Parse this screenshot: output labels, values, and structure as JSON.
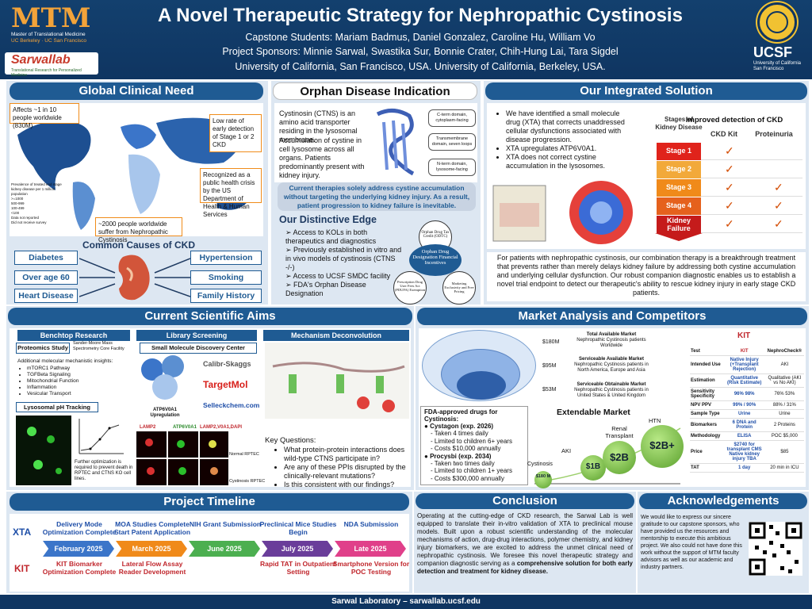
{
  "header": {
    "title": "A Novel Therapeutic Strategy for Nephropathic Cystinosis",
    "students": "Capstone Students: Mariam Badmus, Daniel Gonzalez, Caroline Hu, William Vo",
    "sponsors": "Project Sponsors: Minnie Sarwal, Swastika Sur, Bonnie Crater, Chih-Hung Lai, Tara Sigdel",
    "affiliation": "University of California, San Francisco, USA. University of California, Berkeley, USA.",
    "mtm_logo": "MTM",
    "mtm_sub1": "Master of Translational Medicine",
    "mtm_sub2": "UC Berkeley · UC San Francisco",
    "sarwal_logo": "Sarwallab",
    "sarwal_sub": "Translational Research for Personalized Medicine",
    "ucsf": "UCSF",
    "ucsf_sub": "University of California San Francisco"
  },
  "global": {
    "heading": "Global Clinical Need",
    "affects": "Affects ~1 in 10 people worldwide (830M)",
    "low_rate": "Low rate of early detection of Stage 1 or 2 CKD",
    "crisis": "Recognized as a public health crisis by the US Department of Health & Human Services",
    "cystinosis": "~2000 people worldwide suffer from Nephropathic Cystinosis",
    "legend_title": "Prevalence of treated end stage kidney disease per 1 million population",
    "legend": [
      ">=1000",
      "500-999",
      "100-499",
      "<100",
      "Data not reported",
      "Did not receive survey"
    ],
    "causes_heading": "Common Causes of CKD",
    "causes": [
      "Diabetes",
      "Over age 60",
      "Heart Disease",
      "Hypertension",
      "Smoking",
      "Family History"
    ]
  },
  "orphan": {
    "heading": "Orphan Disease Indication",
    "p1": "Cystinosin (CTNS) is an amino acid transporter residing in the lysosomal membrane.",
    "p2": "Accumulation of cystine in cell lysosome across all organs. Patients predominantly present with kidney injury.",
    "labels": [
      "C-term domain, cytoplasm-facing",
      "Transmembrane domain, seven loops",
      "N-term domain, lysosome-facing"
    ],
    "highlight": "Current therapies solely address cystine accumulation without targeting the underlying kidney injury. As a result, patient progression to kidney failure is inevitable.",
    "edge_heading": "Our Distinctive Edge",
    "edge": [
      "Access to KOLs in both therapeutics and diagnostics",
      "Previously established in vitro and in vivo models of cystinosis (CTNS -/-)",
      "Access to UCSF SMDC facility",
      "FDA's Orphan Disease Designation"
    ],
    "venn": {
      "center": "Orphan Drug Designation Financial Incentives",
      "top": "Orphan Drug Tax Credit (ODTC)",
      "left": "Prescription Drug User Fees Act (PDUFA) Exemption",
      "right": "Marketing Exclusivity and Free Pricing"
    }
  },
  "solution": {
    "heading": "Our Integrated Solution",
    "bullets": [
      "We have identified a small molecule drug (XTA) that corrects unaddressed cellular dysfunctions associated with disease progression.",
      "XTA upregulates ATP6V0A1.",
      "XTA does not correct cystine accumulation in the lysosomes."
    ],
    "table_title": "Improved detection of CKD",
    "stage_head": "Stages of Kidney Disease",
    "col1": "CKD Kit",
    "col2": "Proteinuria",
    "stages": [
      "Stage 1",
      "Stage 2",
      "Stage 3",
      "Stage 4",
      "Kidney Failure"
    ],
    "stage_colors": [
      "#e0231b",
      "#f2a93a",
      "#f08a1a",
      "#e5611d",
      "#c51b1b"
    ],
    "kit": [
      true,
      true,
      true,
      true,
      true
    ],
    "prot": [
      false,
      false,
      true,
      true,
      true
    ],
    "check": "✓",
    "summary": "For patients with nephropathic cystinosis, our combination therapy is a breakthrough treatment that prevents rather than merely delays kidney failure by addressing both cystine accumulation and underlying cellular dysfunction. Our robust companion diagnostic enables us to establish a novel trial endpoint to detect our therapeutic's ability to rescue kidney injury in early stage CKD patients."
  },
  "aims": {
    "heading": "Current Scientific Aims",
    "benchtop": "Benchtop Research",
    "proteomics": "Proteomics Study",
    "sander": "Sander-Moore Mass Spectrometry Core Facility",
    "insights_title": "Additional molecular mechanistic insights:",
    "insights": [
      "mTORC1 Pathway",
      "TGFBeta Signaling",
      "Mitochondrial Function",
      "Inflammation",
      "Vesicular Transport"
    ],
    "lysosomal": "Lysosomal pH Tracking",
    "lyso_note": "Further optimization is required to prevent death in RPTEC and CTNS KO cell lines.",
    "library": "Library Screening",
    "smdc": "Small Molecule Discovery Center",
    "vendors": [
      "Calibr-Skaggs",
      "TargetMol",
      "Selleckchem.com"
    ],
    "atp": "ATP6V0A1 Upregulation",
    "mechanism": "Mechanism Deconvolution",
    "stain_labels": [
      "LAMP2",
      "ATP6V0A1",
      "LAMP2,V0A1,DAPI"
    ],
    "normal": "Normal RPTEC",
    "ko": "Cystinosis RPTEC",
    "questions_title": "Key Questions:",
    "questions": [
      "What protein-protein interactions does wild-type CTNS participate in?",
      "Are any of these PPIs disrupted by the clinically-relevant mutations?",
      "Is this consistent with our findings?"
    ]
  },
  "market": {
    "heading": "Market Analysis and Competitors",
    "tam_v": "$180M",
    "tam_t": "Total Available Market",
    "tam_d": "Nephropathic Cystinosis patients Worldwide",
    "sam_v": "$95M",
    "sam_t": "Serviceable Available Market",
    "sam_d": "Nephropathic Cystinosis patients in North America, Europe and Asia",
    "som_v": "$53M",
    "som_t": "Serviceable Obtainable Market",
    "som_d": "Nephropathic Cystinosis patients in United States & United Kingdom",
    "fda_title": "FDA-approved drugs for Cystinosis:",
    "drug1": "Cystagon (exp. 2026)",
    "drug1_lines": [
      "- Taken 4 times daily",
      "- Limited to children 6+ years",
      "- Costs $10,000 annually"
    ],
    "drug2": "Procysbi (exp. 2034)",
    "drug2_lines": [
      "- Taken two times daily",
      "- Limited to children 1+ years",
      "- Costs $300,000 annually"
    ],
    "ext_title": "Extendable Market",
    "bubbles": [
      {
        "label": "Cystinosis",
        "value": "$180 M"
      },
      {
        "label": "AKI",
        "value": "$1B"
      },
      {
        "label": "Renal Transplant",
        "value": "$2B"
      },
      {
        "label": "HTN",
        "value": "$2B+"
      }
    ],
    "comp_head": [
      "Test",
      "KIT",
      "NephroCheck®"
    ],
    "comp_rows": [
      [
        "Intended Use",
        "Native Injury (+Transplant Rejection)",
        "AKI"
      ],
      [
        "Estimation",
        "Quantitative (Risk Estimate)",
        "Qualitative (AKI vs No AKI)"
      ],
      [
        "Sensitivity Specificity",
        "96% 98%",
        "76% 53%"
      ],
      [
        "NPV PPV",
        "99% / 90%",
        "88% / 31%"
      ],
      [
        "Sample Type",
        "Urine",
        "Urine"
      ],
      [
        "Biomarkers",
        "6 DNA and Protein",
        "2 Proteins"
      ],
      [
        "Methodology",
        "ELISA",
        "POC $5,000"
      ],
      [
        "Price",
        "$2740 for transplant CMS Native kidney injury TBA",
        "$85"
      ],
      [
        "TAT",
        "1 day",
        "20 min in ICU"
      ]
    ]
  },
  "timeline": {
    "heading": "Project Timeline",
    "xta": "XTA",
    "kit": "KIT",
    "months": [
      "February 2025",
      "March 2025",
      "June 2025",
      "July 2025",
      "Late 2025"
    ],
    "month_colors": [
      "#3b75c9",
      "#f08a1a",
      "#4caf50",
      "#6a3d9a",
      "#e0408a"
    ],
    "xta_items": [
      "Delivery Mode Optimization Complete",
      "MOA Studies Complete Start Patent Application",
      "NIH Grant Submission",
      "Preclinical Mice Studies Begin",
      "NDA Submission"
    ],
    "kit_items": [
      "KIT Biomarker Optimization Complete",
      "Lateral Flow Assay Reader Development",
      "",
      "Rapid TAT in Outpatient Setting",
      "Smartphone Version for POC Testing"
    ]
  },
  "conclusion": {
    "heading": "Conclusion",
    "text": "Operating at the cutting-edge of CKD research, the Sarwal Lab is well equipped to translate their in-vitro validation of XTA to preclinical mouse models. Built upon a robust scientific understanding of the molecular mechanisms of action, drug-drug interactions, polymer chemistry, and kidney injury biomarkers, we are excited to address the unmet clinical need of nephropathic cystinosis. We foresee this novel therapeutic strategy and companion diagnostic serving as a",
    "bold": "comprehensive solution for both early detection and treatment for kidney disease."
  },
  "ack": {
    "heading": "Acknowledgements",
    "text": "We would like to express our sincere gratitude to our capstone sponsors, who have provided us the resources and mentorship to execute this ambitious project. We also could not have done this work without the support of MTM faculty advisors as well as our academic and industry partners."
  },
  "footer": "Sarwal Laboratory – sarwallab.ucsf.edu"
}
